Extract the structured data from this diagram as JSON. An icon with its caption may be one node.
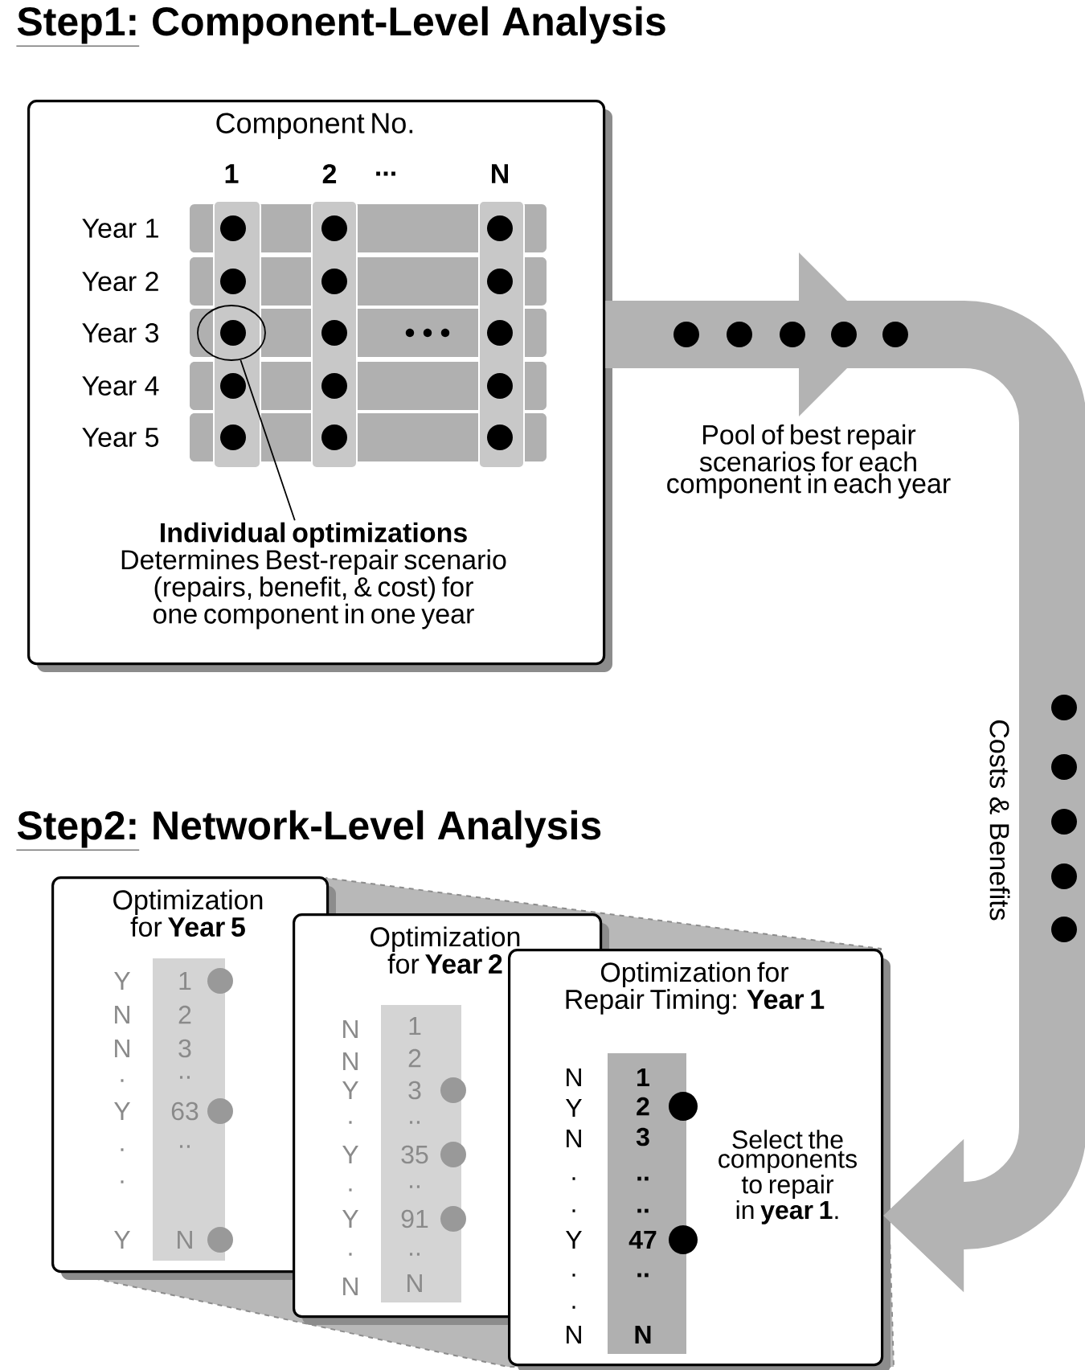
{
  "diagram": {
    "nodes": [
      {
        "text": [
          "Component No."
        ]
      },
      {
        "text": [],
        "shape": "circle",
        "in": 0
      },
      {
        "text": [
          "Individual optimizations",
          "Determines Best-repair scenario (repairs, benefit, & cost) for one component in one year"
        ],
        "in": 0
      },
      {
        "text": [
          "Optimization for **Year 5**"
        ]
      },
      {
        "text": [
          "Optimization for **Year 2**"
        ]
      },
      {
        "text": [
          "Optimization for Repair Timing: **Year 1**",
          "Select the components to repair in **year 1**."
        ]
      }
    ],
    "edges": [
      {
        "from": 2,
        "to": 1,
        "arrow": "none"
      },
      {
        "from": 0,
        "to": 5,
        "arrow": "to",
        "style": "thick",
        "color": "#b3b3b3"
      }
    ],
    "labels": [
      "Step1:",
      "Component-Level Analysis",
      "1",
      "2",
      "...",
      "N",
      "Year 1",
      "Year 2",
      "Year 3",
      "Year 4",
      "Year 5",
      "Pool of best repair scenarios for each component in each year",
      "Costs & Benefits",
      "Step2:",
      "Network-Level Analysis",
      "Y",
      "N",
      "N",
      ".",
      "Y",
      ".",
      ".",
      "Y",
      "1",
      "2",
      "3",
      "..",
      "63",
      "..",
      "N",
      "N",
      "N",
      "Y",
      ".",
      "Y",
      ".",
      "Y",
      ".",
      "N",
      "1",
      "2",
      "3",
      "..",
      "35",
      "..",
      "91",
      "..",
      "N",
      "N",
      "Y",
      "N",
      ".",
      ".",
      "Y",
      ".",
      ".",
      "N",
      "1",
      "2",
      "3",
      "..",
      "..",
      "47",
      "..",
      "N"
    ]
  }
}
